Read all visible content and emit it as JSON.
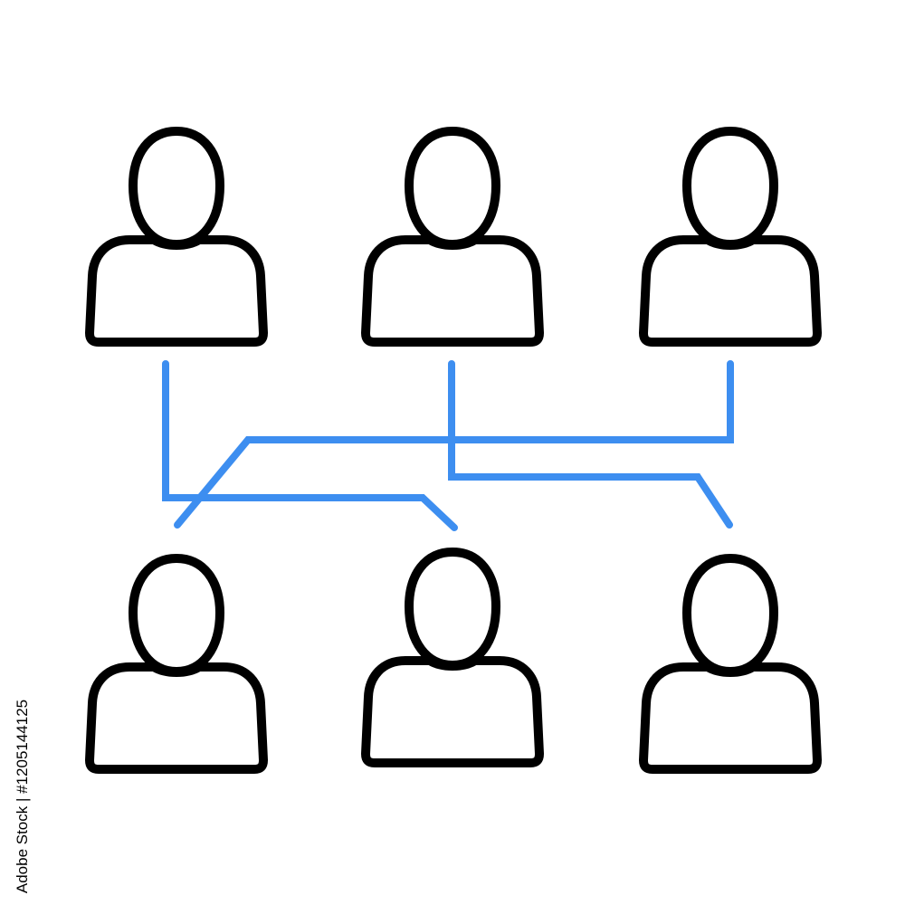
{
  "colors": {
    "outline": "#000000",
    "connector": "#3d8ef0",
    "background": "#ffffff"
  },
  "people": [
    {
      "row": "top",
      "icon": "person-icon"
    },
    {
      "row": "top",
      "icon": "person-icon"
    },
    {
      "row": "top",
      "icon": "person-icon"
    },
    {
      "row": "bottom",
      "icon": "person-icon"
    },
    {
      "row": "bottom",
      "icon": "person-icon"
    },
    {
      "row": "bottom",
      "icon": "person-icon"
    }
  ],
  "connections": [
    {
      "from": 0,
      "to": 4
    },
    {
      "from": 1,
      "to": 5
    },
    {
      "from": 2,
      "to": 3
    }
  ],
  "watermark": {
    "stock_id": "Adobe Stock | #1205144125"
  }
}
